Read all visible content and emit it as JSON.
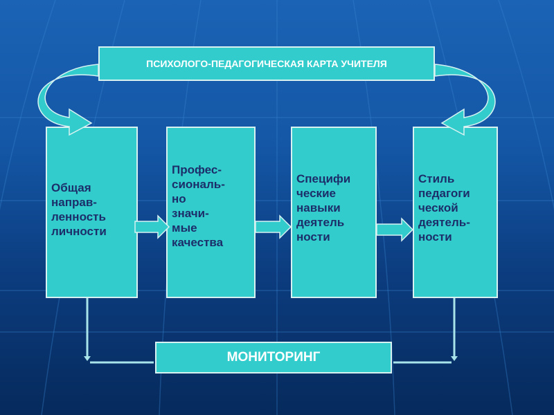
{
  "title": "ПСИХОЛОГО-ПЕДАГОГИЧЕСКАЯ КАРТА УЧИТЕЛЯ",
  "columns": [
    {
      "text": "Общая\nнаправ-\nленность\nличности"
    },
    {
      "text": "Профес-\nсиональ-\nно\nзначи-\nмые\nкачества"
    },
    {
      "text": "Специфи\nческие\nнавыки\nдеятель\nности"
    },
    {
      "text": "Стиль\nпедагоги\nческой\nдеятель-\nности"
    }
  ],
  "monitoring": "МОНИТОРИНГ",
  "colors": {
    "box": "#33cccc",
    "text_dark": "#1c2e6a",
    "background": "#1457a6"
  }
}
